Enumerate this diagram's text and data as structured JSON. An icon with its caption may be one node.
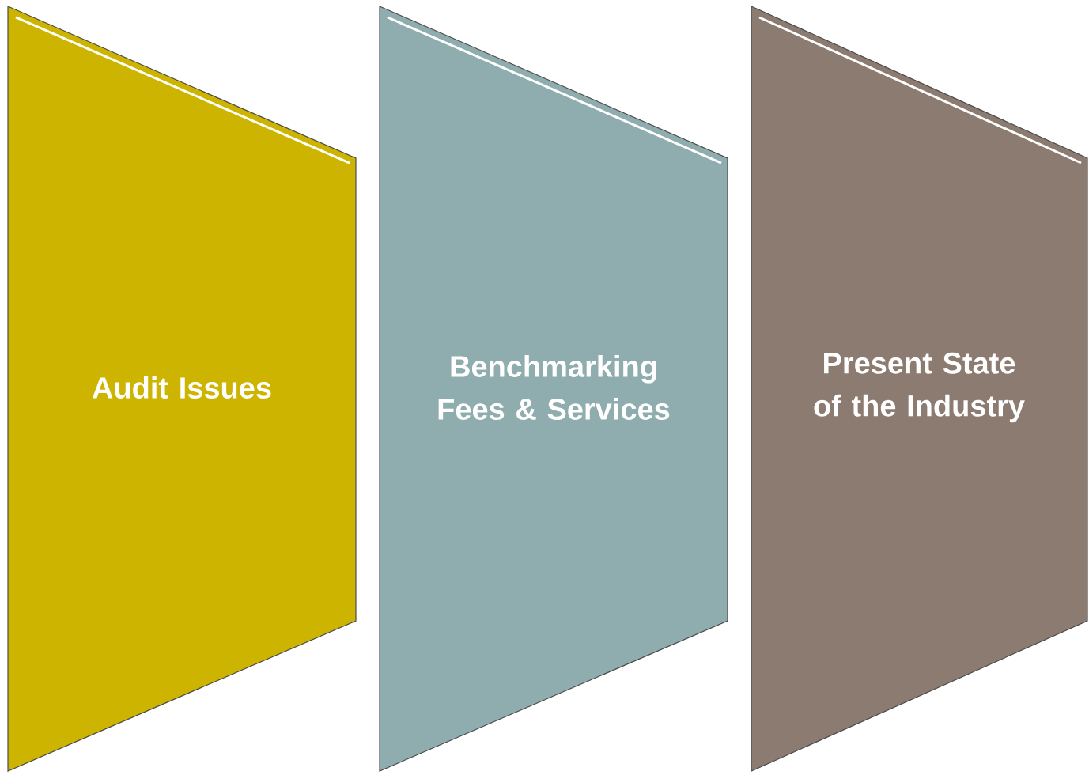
{
  "diagram": {
    "nodes": [
      {
        "text": [
          "Audit Issues"
        ]
      },
      {
        "text": [
          "Benchmarking Fees & Services"
        ]
      },
      {
        "text": [
          "Present State of the Industry"
        ]
      }
    ]
  }
}
